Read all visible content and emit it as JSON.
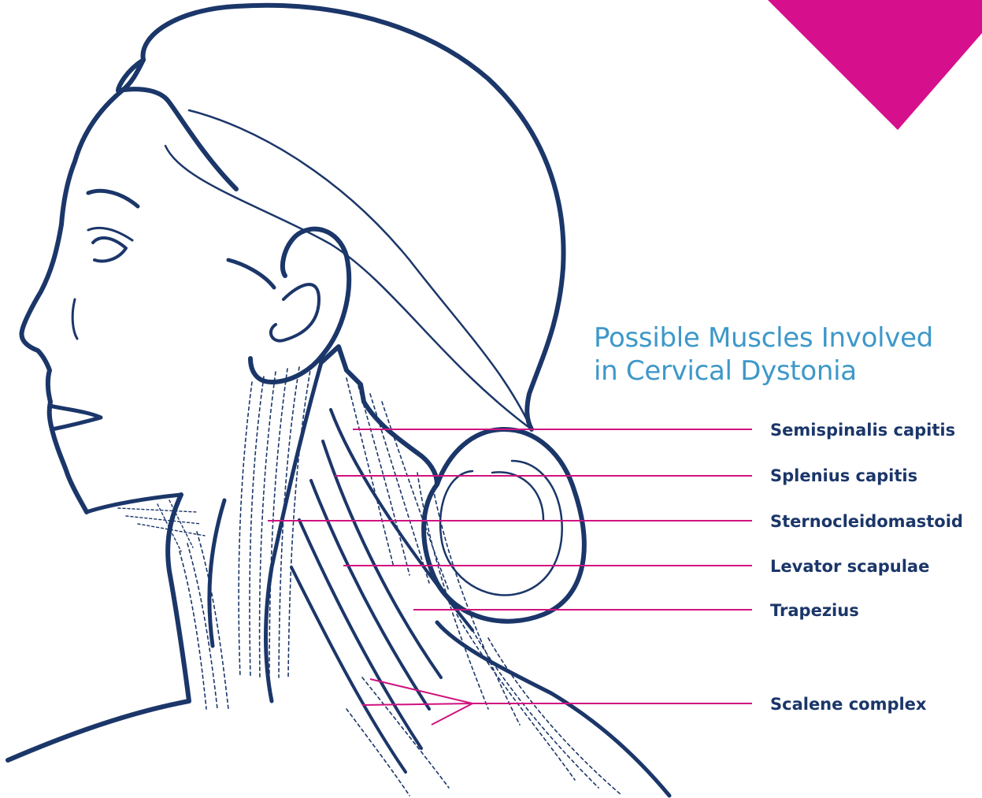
{
  "title": {
    "line1": "Possible Muscles Involved",
    "line2": "in Cervical Dystonia"
  },
  "muscles": [
    {
      "label": "Semispinalis capitis"
    },
    {
      "label": "Splenius capitis"
    },
    {
      "label": "Sternocleidomastoid"
    },
    {
      "label": "Levator scapulae"
    },
    {
      "label": "Trapezius"
    },
    {
      "label": "Scalene complex"
    }
  ],
  "colors": {
    "outline": "#1b3669",
    "title": "#3d98c9",
    "label": "#1b3669",
    "leader_line": "#d1127f",
    "corner_accent": "#d60f8c"
  }
}
